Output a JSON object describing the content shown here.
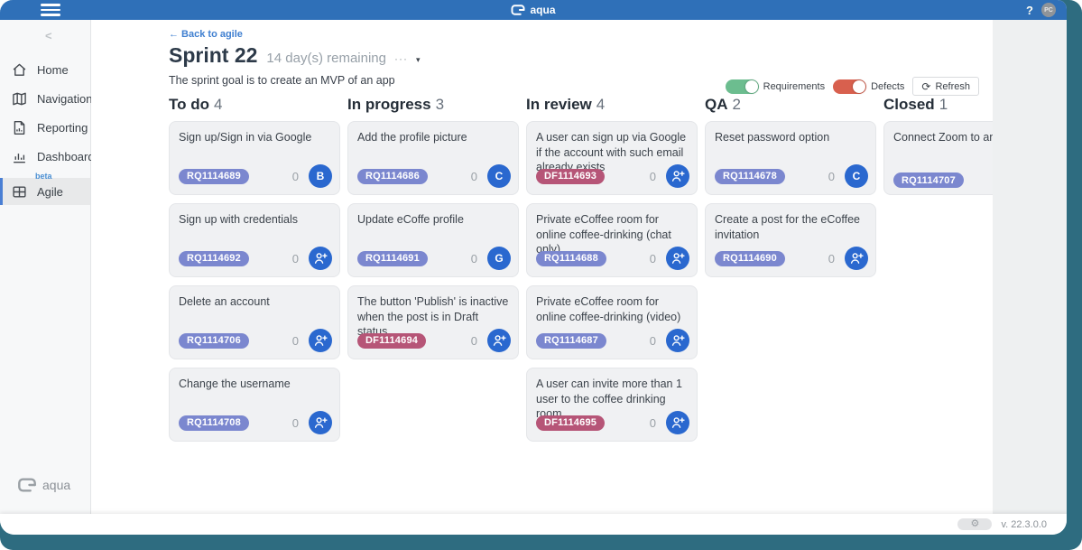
{
  "topbar": {
    "app_name": "aqua",
    "help_label": "?",
    "avatar_initials": "PC"
  },
  "sidebar": {
    "items": [
      {
        "label": "Home"
      },
      {
        "label": "Navigation"
      },
      {
        "label": "Reporting"
      },
      {
        "label": "Dashboard"
      },
      {
        "label": "Agile",
        "badge": "beta",
        "active": true
      }
    ],
    "footer_logo_text": "aqua"
  },
  "header": {
    "back_link": "← Back to agile",
    "title": "Sprint 22",
    "remaining": "14 day(s) remaining",
    "dots": "···",
    "caret": "▾",
    "goal": "The sprint goal is to create an MVP of an app"
  },
  "controls": {
    "requirements_label": "Requirements",
    "defects_label": "Defects",
    "requirements_on": true,
    "defects_on": true,
    "refresh_label": "Refresh",
    "refresh_icon": "⟳"
  },
  "board": {
    "columns": [
      {
        "title": "To do",
        "count": "4",
        "cards": [
          {
            "title": "Sign up/Sign in via Google",
            "id": "RQ1114689",
            "type": "requirement",
            "count": "0",
            "avatar": "B"
          },
          {
            "title": "Sign up with credentials",
            "id": "RQ1114692",
            "type": "requirement",
            "count": "0",
            "avatar": "assign"
          },
          {
            "title": "Delete an account",
            "id": "RQ1114706",
            "type": "requirement",
            "count": "0",
            "avatar": "assign"
          },
          {
            "title": "Change the username",
            "id": "RQ1114708",
            "type": "requirement",
            "count": "0",
            "avatar": "assign"
          }
        ]
      },
      {
        "title": "In progress",
        "count": "3",
        "cards": [
          {
            "title": "Add the profile picture",
            "id": "RQ1114686",
            "type": "requirement",
            "count": "0",
            "avatar": "C"
          },
          {
            "title": "Update eCoffe profile",
            "id": "RQ1114691",
            "type": "requirement",
            "count": "0",
            "avatar": "G"
          },
          {
            "title": "The button 'Publish' is inactive when the post is in Draft status",
            "id": "DF1114694",
            "type": "defect",
            "count": "0",
            "avatar": "assign"
          }
        ]
      },
      {
        "title": "In review",
        "count": "4",
        "cards": [
          {
            "title": "A user can sign up via Google if the account with such email already exists",
            "id": "DF1114693",
            "type": "defect",
            "count": "0",
            "avatar": "assign"
          },
          {
            "title": "Private eCoffee room for online coffee-drinking (chat only)",
            "id": "RQ1114688",
            "type": "requirement",
            "count": "0",
            "avatar": "assign"
          },
          {
            "title": "Private eCoffee room for online coffee-drinking (video)",
            "id": "RQ1114687",
            "type": "requirement",
            "count": "0",
            "avatar": "assign"
          },
          {
            "title": "A user can invite more than 1 user to the coffee drinking room",
            "id": "DF1114695",
            "type": "defect",
            "count": "0",
            "avatar": "assign"
          }
        ]
      },
      {
        "title": "QA",
        "count": "2",
        "cards": [
          {
            "title": "Reset password option",
            "id": "RQ1114678",
            "type": "requirement",
            "count": "0",
            "avatar": "C"
          },
          {
            "title": "Create a post for the eCoffee invitation",
            "id": "RQ1114690",
            "type": "requirement",
            "count": "0",
            "avatar": "assign"
          }
        ]
      },
      {
        "title": "Closed",
        "count": "1",
        "cards": [
          {
            "title": "Connect Zoom to an account",
            "id": "RQ1114707",
            "type": "requirement",
            "count": "",
            "avatar": ""
          }
        ]
      }
    ]
  },
  "footer": {
    "version": "v. 22.3.0.0",
    "gear_icon": "⚙"
  },
  "colors": {
    "topbar_blue": "#2f70b8",
    "desktop_teal": "#2e6c80",
    "requirement_badge": "#7b87cf",
    "defect_badge": "#b65577",
    "avatar_blue": "#2a68cf",
    "toggle_green": "#6cbd8f",
    "toggle_red": "#d8604e",
    "active_item_accent": "#4a7fd4"
  }
}
